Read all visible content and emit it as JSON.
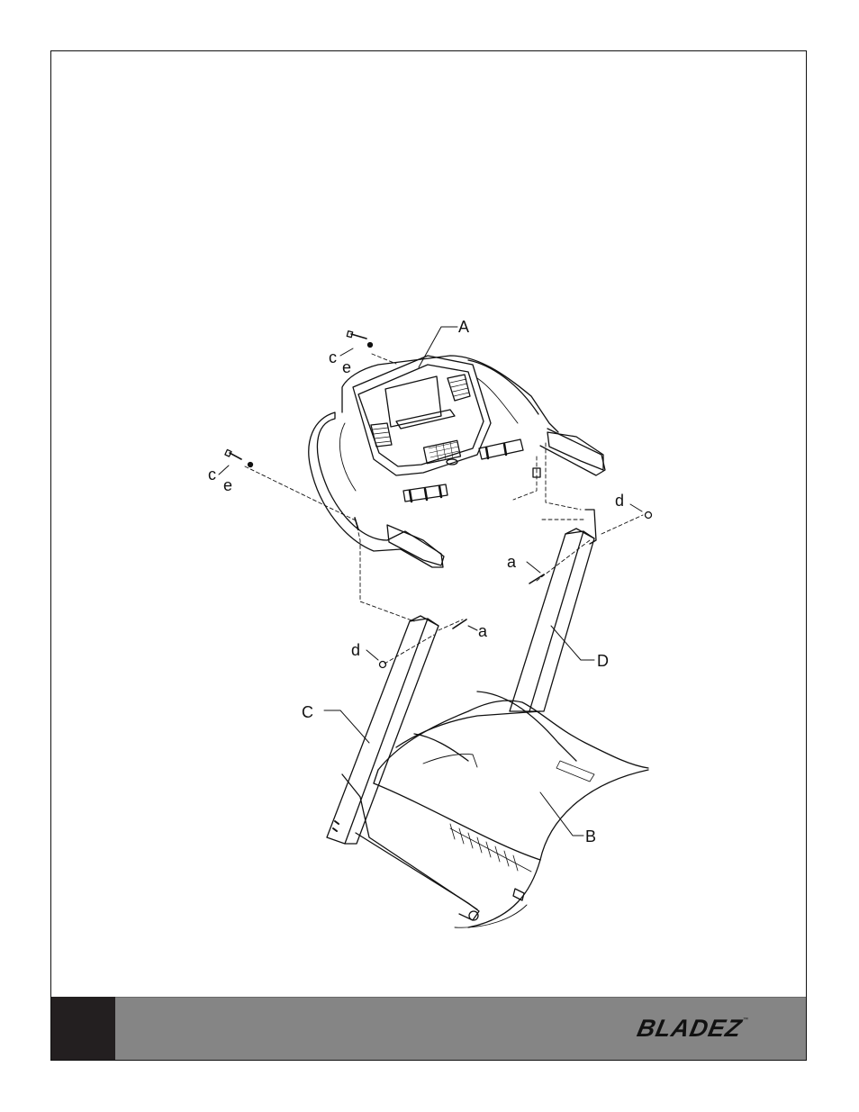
{
  "diagram": {
    "part_labels": {
      "A": "A",
      "B": "B",
      "C": "C",
      "D": "D"
    },
    "hardware_labels": {
      "c_top": "c",
      "e_top": "e",
      "c_left": "c",
      "e_left": "e",
      "d_right": "d",
      "a_right": "a",
      "a_center": "a",
      "d_left": "d"
    }
  },
  "footer": {
    "page_number": "",
    "brand": "BLADEZ",
    "trademark": "™",
    "colors": {
      "number_block": "#231f20",
      "bar": "#858585"
    }
  }
}
